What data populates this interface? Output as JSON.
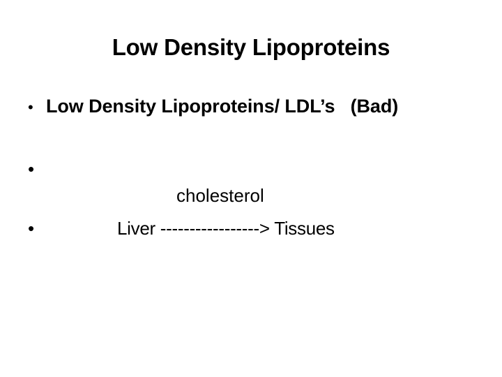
{
  "slide": {
    "background_color": "#ffffff",
    "text_color": "#000000",
    "title": "Low Density Lipoproteins",
    "bullet_marker": "•",
    "bullets": [
      {
        "marker": "•",
        "text": "Low Density Lipoproteins/ LDL’s   (Bad)"
      },
      {
        "marker": "•",
        "text": ""
      },
      {
        "marker": "•",
        "text": "Liver -----------------> Tissues"
      }
    ],
    "free_text": "cholesterol"
  }
}
